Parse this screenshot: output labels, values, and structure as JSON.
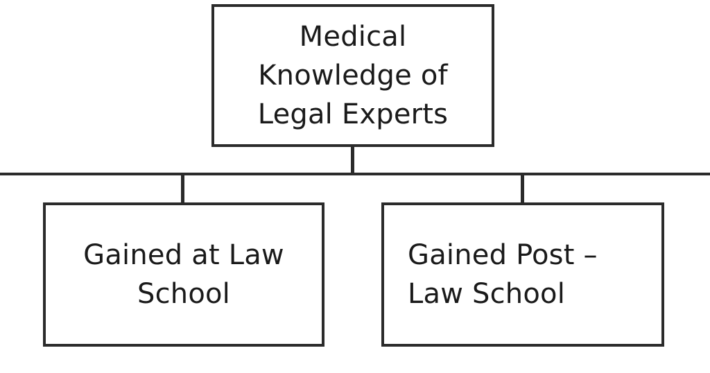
{
  "diagram": {
    "root": {
      "lines": [
        "Medical",
        "Knowledge of",
        "Legal Experts"
      ]
    },
    "children": [
      {
        "lines": [
          "Gained at Law",
          "School"
        ]
      },
      {
        "lines": [
          "Gained Post –",
          "Law School"
        ]
      }
    ]
  }
}
